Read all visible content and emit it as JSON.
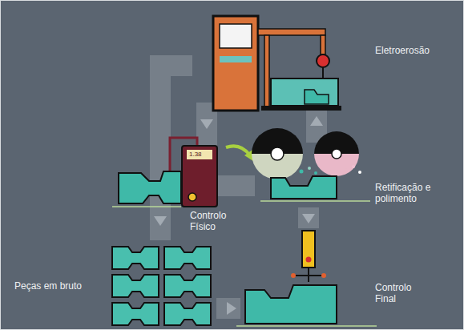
{
  "diagram": {
    "nodes": [
      {
        "text": [
          "Eletroerosão"
        ]
      },
      {
        "text": [
          "Controlo Físico"
        ]
      },
      {
        "text": [
          "Retificação e polimento"
        ]
      },
      {
        "text": [
          "Peças em bruto"
        ]
      },
      {
        "text": [
          "Controlo Final"
        ]
      }
    ],
    "edges": [
      {
        "from": 1,
        "to": 2,
        "arrow": "to"
      },
      {
        "from": 0,
        "to": 2,
        "arrow": "to"
      },
      {
        "from": 2,
        "to": 0,
        "arrow": "to"
      },
      {
        "from": 2,
        "to": 4,
        "arrow": "to"
      },
      {
        "from": 3,
        "to": 4,
        "arrow": "to"
      },
      {
        "from": 0,
        "to": 3,
        "arrow": "to"
      }
    ],
    "labels": [
      "1.38"
    ]
  }
}
